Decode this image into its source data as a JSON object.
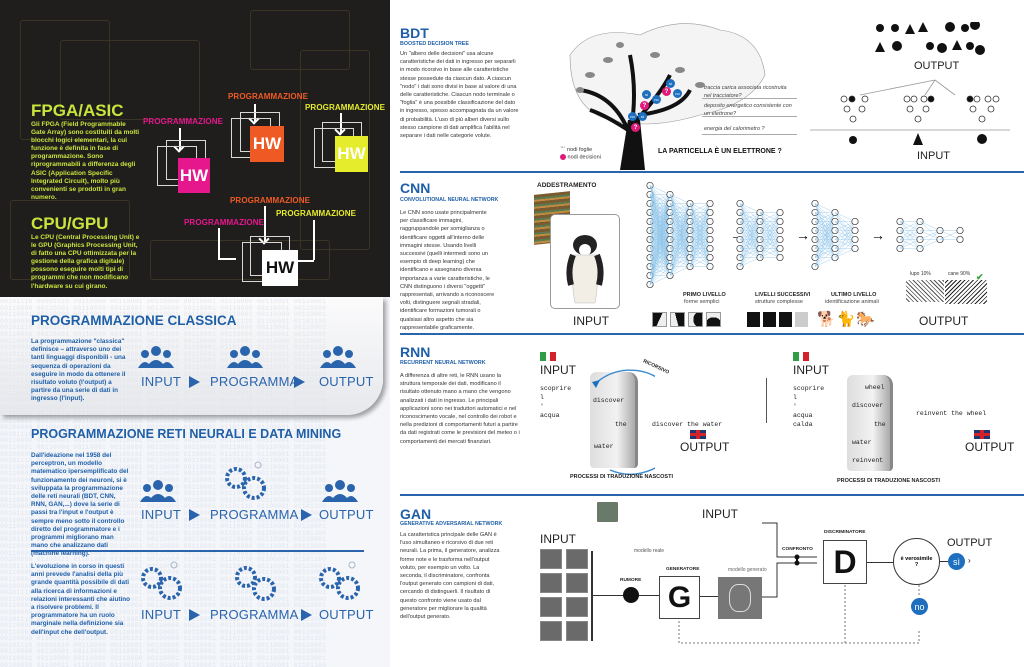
{
  "left": {
    "fpga": {
      "title": "FPGA/ASIC",
      "text": "Gli FPGA (Field Programmable Gate Array) sono costituiti da molti blocchi logici elementari, la cui funzione è definita in fase di programmazione. Sono riprogrammabili a differenza degli ASIC (Application Specific Integrated Circuit), molto più convenienti se prodotti in gran numero."
    },
    "cpu": {
      "title": "CPU/GPU",
      "text": "Le CPU (Central Processing Unit) e le GPU (Graphics Processing Unit, di fatto una CPU ottimizzata per la gestione della grafica digitale) possono eseguire molti tipi di programmi che non modificano l'hardware su cui girano."
    },
    "hw_label": "HW",
    "prog_label": "PROGRAMMAZIONE",
    "colors": {
      "magenta": "#e6168c",
      "orange": "#ef5a24",
      "yellow": "#e4ec2c",
      "accent_text": "#c9e53c",
      "blue": "#1f5fa8"
    },
    "classica": {
      "title": "PROGRAMMAZIONE CLASSICA",
      "text": "La programmazione \"classica\" definisce – attraverso uno dei tanti linguaggi disponibili - una sequenza di operazioni da eseguire in modo da ottenere il risultato voluto (l'output) a partire da una serie di dati in ingresso (l'input).",
      "flow": [
        "INPUT",
        "PROGRAMMA",
        "OUTPUT"
      ]
    },
    "reti": {
      "title": "PROGRAMMAZIONE RETI NEURALI E DATA MINING",
      "text1": "Dall'ideazione nel 1958 del perceptron, un modello matematico ipersemplificato del funzionamento dei neuroni, si è sviluppata la programmazione delle reti neurali (BDT, CNN, RNN, GAN,...) dove la serie di passi tra l'input e l'output è sempre meno sotto il controllo diretto del programmatore e i programmi migliorano man mano che analizzano dati (machine learning).",
      "text2": "L'evoluzione in corso in questi anni prevede l'analisi della più grande quantità possibile di dati alla ricerca di informazioni e relazioni interessanti che aiutino a risolvere problemi. Il programmatore ha un ruolo marginale nella definizione sia dell'input che dell'output.",
      "flow": [
        "INPUT",
        "PROGRAMMA",
        "OUTPUT"
      ]
    },
    "binary_rows": [
      "00101110 00001010 00110000 00110001 00110000 00110001 00110000 00110001 00110001",
      "00110000 00110001 00110000 00110001 00110000 00110001 00110000 00110001 00110000",
      "00110001 00110000 00110001 00110000 00110001 00110000 00110001 00110000 00110001",
      "00100000 01100011 01101000 01100101 00100000 01100001 01101110 01100001 01101100"
    ]
  },
  "bdt": {
    "title": "BDT",
    "subtitle": "BOOSTED DECISION TREE",
    "text": "Un \"albero delle decisioni\" usa alcune caratteristiche dei dati in ingresso per separarli in modo ricorsivo in base alle caratteristiche stesse possedute da ciascun dato. A ciascun \"nodo\" i dati sono divisi in base al valore di una delle caratteristiche. Ciascun nodo terminale o \"foglia\" è una possibile classificazione del dato in ingresso, spesso accompagnata da un valore di probabilità. L'uso di più alberi diversi sullo stesso campione di dati amplifica l'abilità nel separare i dati nelle categorie volute.",
    "legend": [
      "nodi foglie",
      "nodi decisioni"
    ],
    "questions": [
      "traccia carica associata ricostruita nel tracciatore?",
      "deposito energetico consistente con un elettrone?",
      "energia del calorimetro ?"
    ],
    "node_si": "sì",
    "node_no": "no",
    "node_q": "?",
    "question_main": "LA PARTICELLA È UN ELETTRONE ?",
    "forest_output": "OUTPUT",
    "forest_input": "INPUT"
  },
  "cnn": {
    "title": "CNN",
    "subtitle": "CONVOLUTIONAL NEURAL NETWORK",
    "text": "Le CNN sono usate principalmente per classificare immagini, raggruppandole per somiglianza o identificare oggetti all'interno delle immagini stesse. Usando livelli successivi (quelli intermedi sono un esempio di deep learning) che identificano e assegnano diversa importanza a varie caratteristiche, le CNN distinguono i diversi \"oggetti\" rappresentati, arrivando a riconoscere volti, distinguere segnali stradali, identificare formazioni tumorali o qualsiasi altro aspetto che sia rappresentabile graficamente.",
    "training_label": "ADDESTRAMENTO",
    "input_label": "INPUT",
    "output_label": "OUTPUT",
    "levels": [
      {
        "title": "PRIMO LIVELLO",
        "sub": "forme semplici"
      },
      {
        "title": "LIVELLI SUCCESSIVI",
        "sub": "strutture complesse"
      },
      {
        "title": "ULTIMO LIVELLO",
        "sub": "identificazione animali"
      }
    ],
    "results": [
      {
        "label": "lupo 10%",
        "value": 10
      },
      {
        "label": "cane 90%",
        "value": 90
      }
    ]
  },
  "rnn": {
    "title": "RNN",
    "subtitle": "RECURRENT NEURAL NETWORK",
    "text": "A differenza di altre reti, le RNN usano la struttura temporale dei dati, modificano il risultato ottenuto mano a mano che vengono analizzati i dati in ingresso. Le principali applicazioni sono nei traduttori automatici e nel riconoscimento vocale, nel controllo dei robot e nella predizioni di comportamenti futuri a partire da dati registrati come le previsioni del meteo o i comportamenti dei mercati finanziari.",
    "input_label": "INPUT",
    "output_label": "OUTPUT",
    "recursive_label": "RICORSIVO",
    "hidden_label": "PROCESSI DI TRADUZIONE NASCOSTI",
    "ex1": {
      "input": [
        "scoprire",
        "l",
        "'",
        "acqua"
      ],
      "hidden": [
        "discover",
        "the",
        "water"
      ],
      "output": "discover the water"
    },
    "ex2": {
      "input": [
        "scoprire",
        "l",
        "'",
        "acqua",
        "calda"
      ],
      "hidden": [
        "wheel",
        "discover",
        "the",
        "water",
        "reinvent"
      ],
      "output": "reinvent the wheel"
    }
  },
  "gan": {
    "title": "GAN",
    "subtitle": "GENERATIVE ADVERSARIAL NETWORK",
    "text": "La caratteristica principale delle GAN è l'uso simultaneo e ricorsivo di due reti neurali. La prima, il generatore, analizza forme note e le trasforma nell'output voluto, per esempio un volto. La seconda, il discriminatore, confronta l'output generato con campioni di dati, cercando di distinguerli. Il risultato di questo confronto viene usato dal generatore per migliorare la qualità dell'output generato.",
    "input_label": "INPUT",
    "input2_label": "INPUT",
    "output_label": "OUTPUT",
    "real_model": "modello reale",
    "generated_model": "modello generato",
    "noise": "RUMORE",
    "generator": "GENERATORE",
    "generator_letter": "G",
    "discriminator": "DISCRIMINATORE",
    "discriminator_letter": "D",
    "compare": "CONFRONTO",
    "decision": "è verosimile ?",
    "yes": "sì",
    "no": "no"
  }
}
